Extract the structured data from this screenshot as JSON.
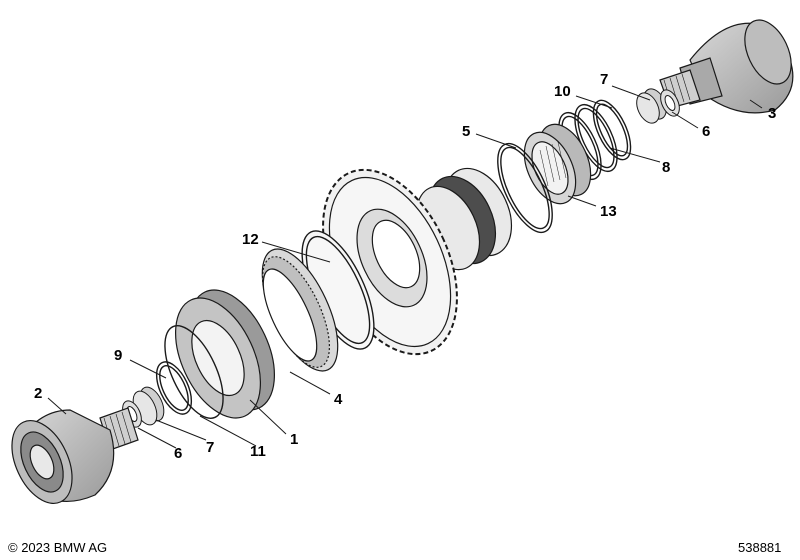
{
  "labels": {
    "p1": "1",
    "p2": "2",
    "p3": "3",
    "p4": "4",
    "p5": "5",
    "p6a": "6",
    "p6b": "6",
    "p7a": "7",
    "p7b": "7",
    "p8": "8",
    "p9": "9",
    "p10": "10",
    "p11": "11",
    "p12": "12",
    "p13": "13"
  },
  "footer": {
    "copyright": "© 2023 BMW AG",
    "doc_number": "538881"
  },
  "colors": {
    "part_fill": "#c8c8c8",
    "part_dark": "#8f8f8f",
    "ring_fill": "#e6e6e6",
    "outline": "#1a1a1a"
  }
}
